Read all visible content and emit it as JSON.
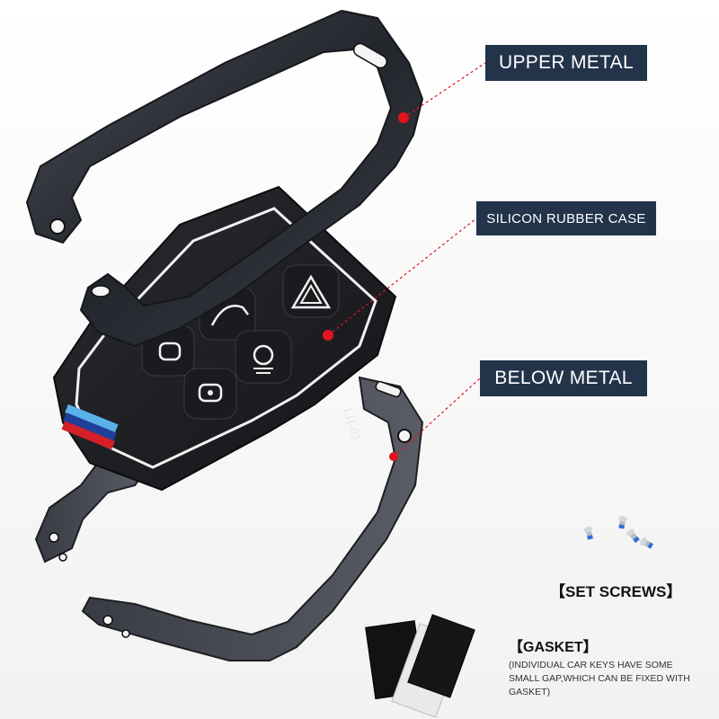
{
  "labels": {
    "upper_metal": "UPPER METAL",
    "silicon_rubber_case": "SILICON RUBBER CASE",
    "below_metal": "BELOW METAL",
    "set_screws": "【SET SCREWS】",
    "gasket": "【GASKET】",
    "gasket_note": "(INDIVIDUAL CAR KEYS HAVE SOME SMALL GAP,WHICH CAN BE FIXED WITH GASKET)"
  },
  "engraving": "LH-02",
  "colors": {
    "label_background": "#22334a",
    "marker_red": "#e0141e",
    "metal_dark": "#2a2c33",
    "rubber_black": "#1b1c20",
    "stripe_blue_light": "#5ab0e8",
    "stripe_blue_dark": "#1e3f9a",
    "stripe_red": "#d41f26"
  },
  "key_buttons": [
    {
      "icon": "hazard-triangle-icon"
    },
    {
      "icon": "trunk-open-icon"
    },
    {
      "icon": "unlock-icon"
    },
    {
      "icon": "headlight-icon"
    },
    {
      "icon": "lock-icon"
    }
  ]
}
